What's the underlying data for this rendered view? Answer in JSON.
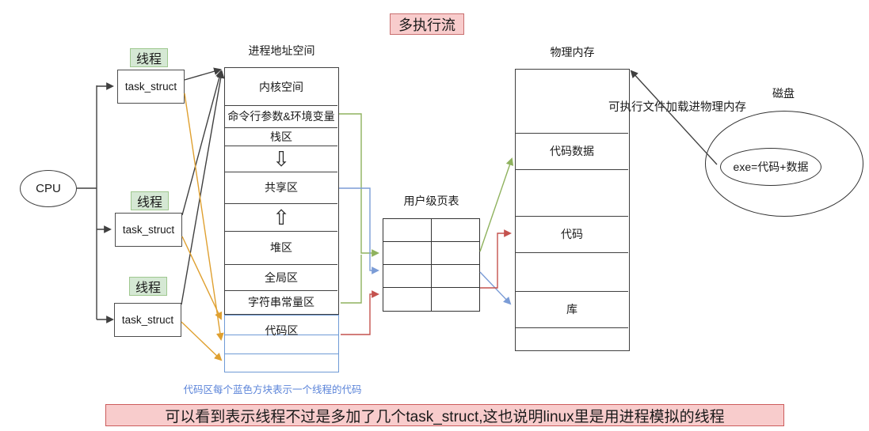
{
  "title": "多执行流",
  "cpu": {
    "label": "CPU"
  },
  "threads": [
    {
      "tag": "线程",
      "struct": "task_struct"
    },
    {
      "tag": "线程",
      "struct": "task_struct"
    },
    {
      "tag": "线程",
      "struct": "task_struct"
    }
  ],
  "address_space": {
    "header": "进程地址空间",
    "rows": [
      {
        "label": "内核空间"
      },
      {
        "label": "命令行参数&环境变量"
      },
      {
        "label": "栈区"
      },
      {
        "icon": "down-arrow",
        "glyph": "⇩"
      },
      {
        "label": "共享区"
      },
      {
        "icon": "up-arrow",
        "glyph": "⇧"
      },
      {
        "label": "堆区"
      },
      {
        "label": "全局区"
      },
      {
        "label": "字符串常量区"
      }
    ],
    "code_area_label": "代码区",
    "code_caption": "代码区每个蓝色方块表示一个线程的代码"
  },
  "page_table": {
    "header": "用户级页表"
  },
  "physical_memory": {
    "header": "物理内存",
    "labels": [
      "代码数据",
      "代码",
      "库"
    ],
    "load_note": "可执行文件加载进物理内存"
  },
  "disk": {
    "header": "磁盘",
    "content": "exe=代码+数据"
  },
  "bottom_note": "可以看到表示线程不过是多加了几个task_struct,这也说明linux里是用进程模拟的线程",
  "colors": {
    "highlight_pink_bg": "#f8cccc",
    "highlight_pink_border": "#c86f6f",
    "thread_green_bg": "#d5e8d4",
    "thread_green_border": "#9fc88f",
    "code_box_blue": "#6f9ad6",
    "caption_blue_text": "#5b84d9",
    "wire_black": "#404040",
    "wire_orange": "#dfa030",
    "wire_green": "#8fb25e",
    "wire_blue": "#7b9cd6",
    "wire_red": "#c4524e"
  }
}
